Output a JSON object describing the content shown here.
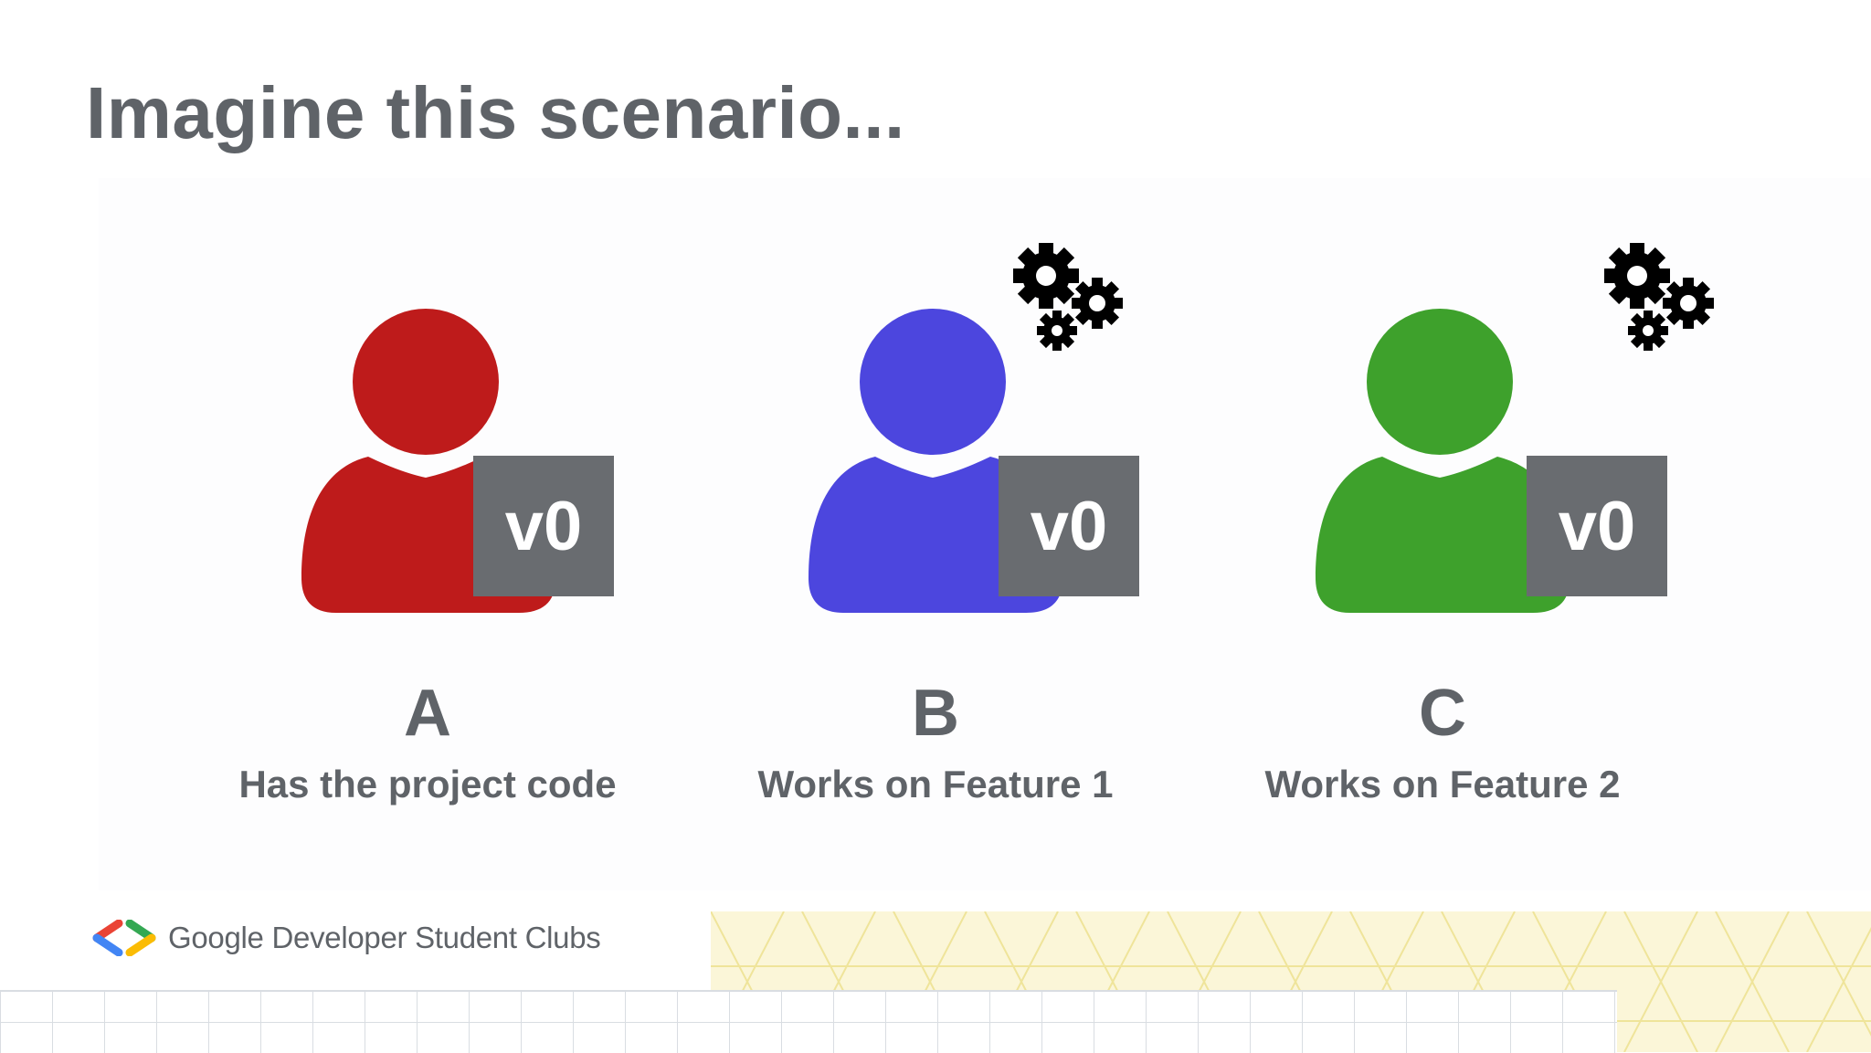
{
  "slide": {
    "title": "Imagine this scenario..."
  },
  "people": [
    {
      "letter": "A",
      "caption": "Has the project code",
      "version": "v0",
      "color": "#be1b1b",
      "has_gears": false
    },
    {
      "letter": "B",
      "caption": "Works on Feature 1",
      "version": "v0",
      "color": "#4c46de",
      "has_gears": true
    },
    {
      "letter": "C",
      "caption": "Works on Feature 2",
      "version": "v0",
      "color": "#3ea12c",
      "has_gears": true
    }
  ],
  "footer": {
    "brand_text": "Google Developer Student Clubs",
    "logo_icon": "gdsc-brackets-icon"
  },
  "colors": {
    "title": "#5f6368",
    "version_box": "#696c70",
    "gears": "#000000"
  }
}
